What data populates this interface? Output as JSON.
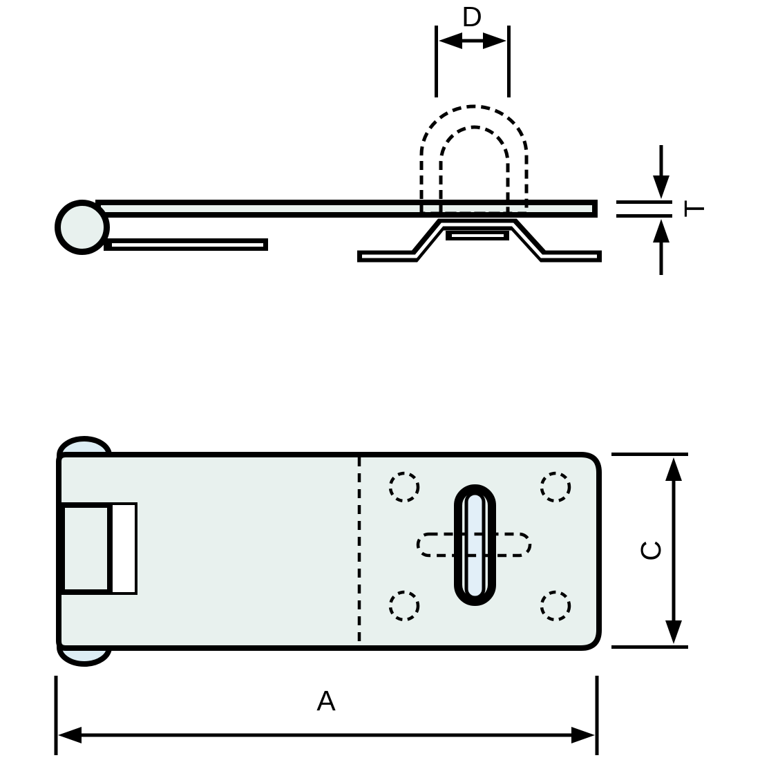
{
  "diagram": {
    "title_note": "",
    "side_view": {
      "d_label": "D",
      "t_label": "T"
    },
    "plan_view": {
      "a_label": "A",
      "c_label": "C"
    },
    "colors": {
      "line": "#000000",
      "fill_metal": "#e8f1ee",
      "fill_highlight": "#dcedf4",
      "fill_slot": "#e2eff8",
      "background": "#ffffff"
    }
  }
}
